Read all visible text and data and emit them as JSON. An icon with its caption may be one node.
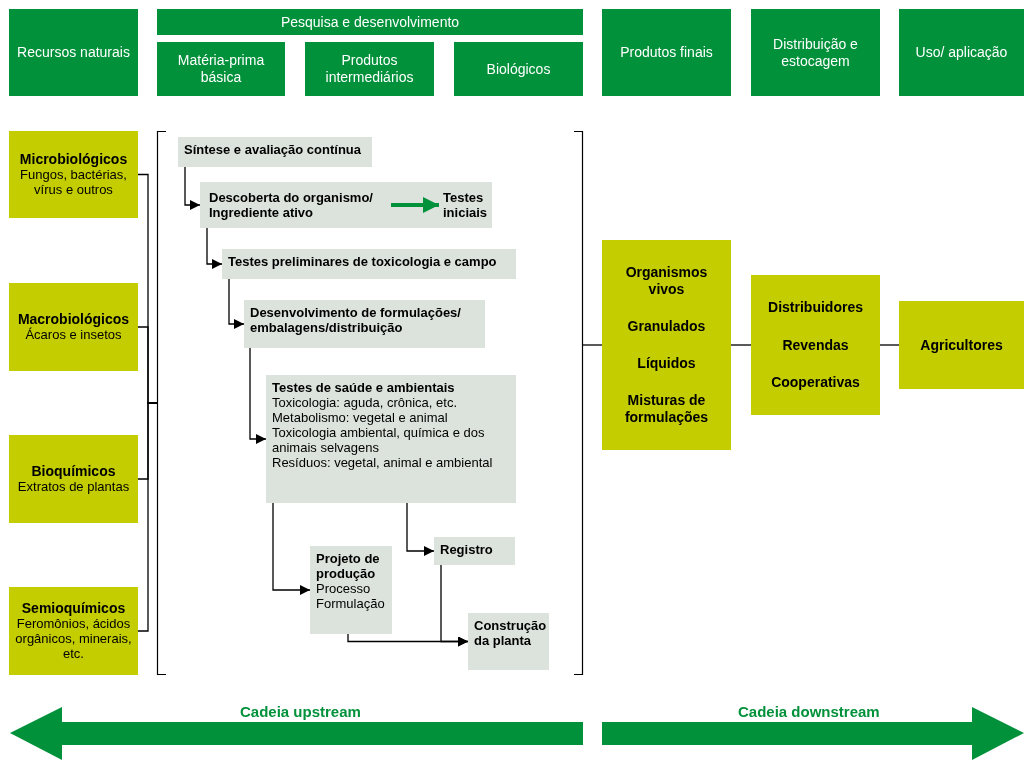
{
  "diagram": {
    "nodes": [
      {
        "text": [
          "Recursos naturais"
        ]
      },
      {
        "text": [
          "Pesquisa e desenvolvimento"
        ]
      },
      {
        "text": [
          "Matéria-prima básica"
        ]
      },
      {
        "text": [
          "Produtos intermediários"
        ]
      },
      {
        "text": [
          "Biológicos"
        ]
      },
      {
        "text": [
          "Produtos finais"
        ]
      },
      {
        "text": [
          "Distribuição e estocagem"
        ]
      },
      {
        "text": [
          "Uso/ aplicação"
        ]
      },
      {
        "text": [
          "Microbiológicos",
          "Fungos, bactérias, vírus e outros"
        ]
      },
      {
        "text": [
          "Macrobiológicos",
          "Ácaros e insetos"
        ]
      },
      {
        "text": [
          "Bioquímicos",
          "Extratos de plantas"
        ]
      },
      {
        "text": [
          "Semioquímicos",
          "Feromônios, ácidos orgânicos, minerais, etc."
        ]
      },
      {
        "text": [],
        "shape": "bracket"
      },
      {
        "text": [
          "Síntese e avaliação contínua"
        ],
        "in": 12
      },
      {
        "text": [],
        "shape": "box",
        "in": 12
      },
      {
        "text": [
          "Descoberta do organismo/ Ingrediente ativo"
        ],
        "in": 14
      },
      {
        "text": [
          "Testes iniciais"
        ],
        "in": 14
      },
      {
        "text": [
          "Testes preliminares de toxicologia e campo"
        ],
        "in": 12
      },
      {
        "text": [
          "Desenvolvimento de formulações/ embalagens/distribuição"
        ],
        "in": 12
      },
      {
        "text": [
          "Testes de saúde e ambientais",
          "Toxicologia: aguda, crônica, etc.",
          "Metabolismo: vegetal e animal",
          "Toxicologia ambiental, química e dos animais selvagens",
          "Resíduos: vegetal, animal e ambiental"
        ],
        "in": 12
      },
      {
        "text": [
          "Registro"
        ],
        "in": 12
      },
      {
        "text": [
          "Projeto de produção",
          "Processo",
          "Formulação"
        ],
        "in": 12
      },
      {
        "text": [
          "Construção da planta"
        ],
        "in": 12
      },
      {
        "text": [
          "Organismos vivos",
          "Granulados",
          "Líquidos",
          "Misturas de formulações"
        ]
      },
      {
        "text": [
          "Distribuidores",
          "Revendas",
          "Cooperativas"
        ]
      },
      {
        "text": [
          "Agricultores"
        ]
      }
    ],
    "edges": [
      {
        "from": 8,
        "to": 12,
        "arrow": "none"
      },
      {
        "from": 9,
        "to": 12,
        "arrow": "none"
      },
      {
        "from": 10,
        "to": 12,
        "arrow": "none"
      },
      {
        "from": 11,
        "to": 12,
        "arrow": "none"
      },
      {
        "from": 13,
        "to": 14,
        "arrow": "to"
      },
      {
        "from": 15,
        "to": 16,
        "arrow": "to",
        "style": "thick",
        "color": "#00913a"
      },
      {
        "from": 14,
        "to": 17,
        "arrow": "to"
      },
      {
        "from": 17,
        "to": 18,
        "arrow": "to"
      },
      {
        "from": 18,
        "to": 19,
        "arrow": "to"
      },
      {
        "from": 19,
        "to": 20,
        "arrow": "to"
      },
      {
        "from": 19,
        "to": 21,
        "arrow": "to"
      },
      {
        "from": 20,
        "to": 22,
        "arrow": "to"
      },
      {
        "from": 21,
        "to": 22,
        "arrow": "to"
      },
      {
        "from": 12,
        "to": 23,
        "arrow": "none"
      },
      {
        "from": 23,
        "to": 24,
        "arrow": "none"
      },
      {
        "from": 24,
        "to": 25,
        "arrow": "none"
      }
    ],
    "labels": [
      "Cadeia upstream",
      "Cadeia downstream"
    ]
  }
}
